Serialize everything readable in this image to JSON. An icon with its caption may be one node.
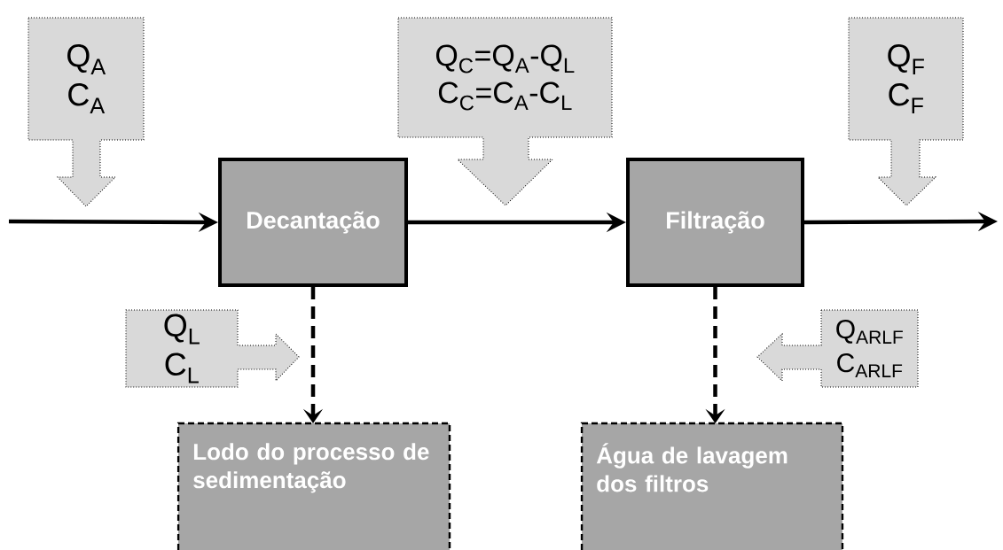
{
  "diagram": {
    "nodes": [
      {
        "text": [
          "Decantação"
        ]
      },
      {
        "text": [
          "Filtração"
        ]
      },
      {
        "text": [
          "Lodo do processo de sedimentação"
        ]
      },
      {
        "text": [
          "Água de lavagem dos filtros"
        ]
      },
      {
        "text": [
          "Q$_{A}$",
          "C$_{A}$"
        ]
      },
      {
        "text": [
          "Q$_{C}$=Q$_{A}$-Q$_{L}$",
          "C$_{C}$=C$_{A}$-C$_{L}$"
        ]
      },
      {
        "text": [
          "Q$_{F}$",
          "C$_{F}$"
        ]
      },
      {
        "text": [
          "Q$_{L}$",
          "C$_{L}$"
        ]
      },
      {
        "text": [
          "Q$_{ARLF}$",
          "C$_{ARLF}$"
        ]
      }
    ],
    "edges": [
      {
        "from": null,
        "to": 0,
        "arrow": "to"
      },
      {
        "from": 0,
        "to": 1,
        "arrow": "to"
      },
      {
        "from": 1,
        "to": null,
        "arrow": "to"
      },
      {
        "from": 0,
        "to": 2,
        "arrow": "to",
        "style": "dashed"
      },
      {
        "from": 1,
        "to": 3,
        "arrow": "to",
        "style": "dashed"
      }
    ]
  }
}
